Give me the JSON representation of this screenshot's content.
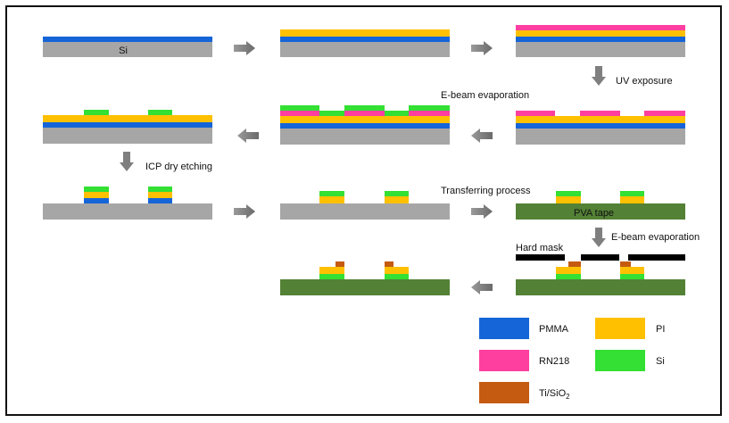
{
  "colors": {
    "pmma": "#1565d8",
    "pi": "#ffc000",
    "rn218": "#ff3fa0",
    "si_layer": "#33e033",
    "ti_sio2": "#c55a11",
    "substrate": "#a6a6a6",
    "pva": "#538135",
    "mask": "#000000",
    "arrow": "#7f7f7f"
  },
  "labels": {
    "si_substrate": "Si",
    "pva_tape": "PVA tape",
    "hard_mask": "Hard mask",
    "uv_exposure": "UV exposure",
    "ebeam_1": "E-beam evaporation",
    "icp_etch": "ICP dry etching",
    "transferring": "Transferring process",
    "ebeam_2": "E-beam evaporation"
  },
  "legend": {
    "items": [
      {
        "key": "pmma",
        "label": "PMMA"
      },
      {
        "key": "pi",
        "label": "PI"
      },
      {
        "key": "rn218",
        "label": "RN218"
      },
      {
        "key": "si_layer",
        "label": "Si"
      },
      {
        "key": "ti_sio2",
        "label": "Ti/SiO",
        "sub": "2"
      }
    ]
  }
}
